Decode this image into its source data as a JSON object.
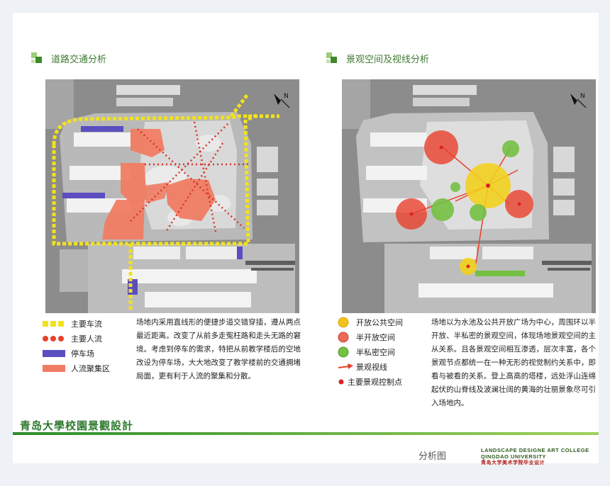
{
  "left": {
    "title": "道路交通分析",
    "legend": [
      {
        "label": "主要车流",
        "icon": "yellow-square-dashes"
      },
      {
        "label": "主要人流",
        "icon": "red-dots"
      },
      {
        "label": "停车场",
        "icon": "blue-rectangle"
      },
      {
        "label": "人流聚集区",
        "icon": "salmon-rectangle"
      }
    ],
    "description": "场地内采用直线形的便捷步道交错穿插，遵从两点最近距离。改变了从前多走冤枉路和走头无路的窘境。考虑到停车的需求，特把从前教学楼后的空地改设为停车场，大大地改变了教学楼前的交通拥堵局面，更有利于人流的聚集和分散。"
  },
  "right": {
    "title": "景观空间及视线分析",
    "legend": [
      {
        "label": "开放公共空间",
        "icon": "yellow-circle"
      },
      {
        "label": "半开放空间",
        "icon": "red-circle"
      },
      {
        "label": "半私密空间",
        "icon": "green-circle"
      },
      {
        "label": "景观视线",
        "icon": "red-arrow"
      },
      {
        "label": "主要景观控制点",
        "icon": "red-dot"
      }
    ],
    "description": "场地以为水池及公共开放广场为中心，周围环以半开放、半私密的景观空间，体现场地景观空间的主从关系。且各景观空间相互渗透，层次丰富，各个景观节点都统一在一种无形的视觉制约关系中，即看与被看的关系。登上高高的塔楼，远处浮山连绵起伏的山脊线及波澜壮阔的黄海的壮丽景象尽可引入场地内。"
  },
  "footer": {
    "main_title": "青岛大學校園景觀設計",
    "analysis_label": "分析图",
    "college_line1": "LANDSCAPE DESIGNE ART COLLEGE",
    "college_line2": "QINGDAO UNIVERSITY",
    "college_line3": "青岛大学美术学院毕业设计"
  },
  "colors": {
    "green": "#3e7a33",
    "yellow": "#f2e21b",
    "red": "#e8402a",
    "blue": "#5a4ec0",
    "salmon": "#f07c63",
    "green_circle": "#74c043"
  }
}
